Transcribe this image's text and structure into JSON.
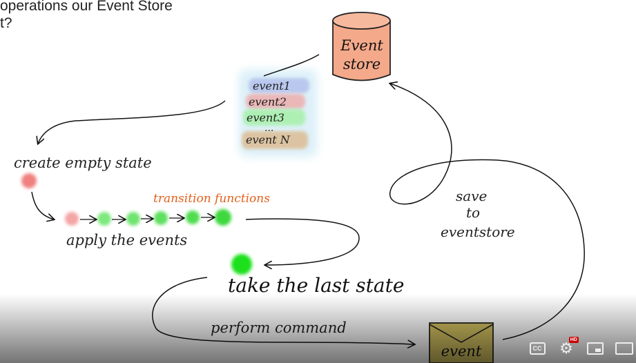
{
  "heading": {
    "line1": "operations our Event Store",
    "line2": "t?"
  },
  "diagram": {
    "store_label_1": "Event",
    "store_label_2": "store",
    "events": [
      "event1",
      "event2",
      "event3",
      "...",
      "event N"
    ],
    "create_empty_state": "create empty state",
    "transition_functions": "transition functions",
    "apply_events": "apply the events",
    "take_last_state": "take the last state",
    "perform_command": "perform command",
    "save_line1": "save",
    "save_line2": "to",
    "save_line3": "eventstore",
    "envelope_label": "event"
  },
  "player_controls": {
    "cc": "CC",
    "hd": "HD",
    "icons": [
      "subtitles-icon",
      "settings-gear-icon",
      "miniplayer-icon",
      "theater-mode-icon"
    ]
  },
  "colors": {
    "store_fill": "#f4a98a",
    "envelope_fill": "#d2c060",
    "state_green": "#2ee02e",
    "state_pink": "#f08080",
    "accent_orange": "#e0601c"
  }
}
